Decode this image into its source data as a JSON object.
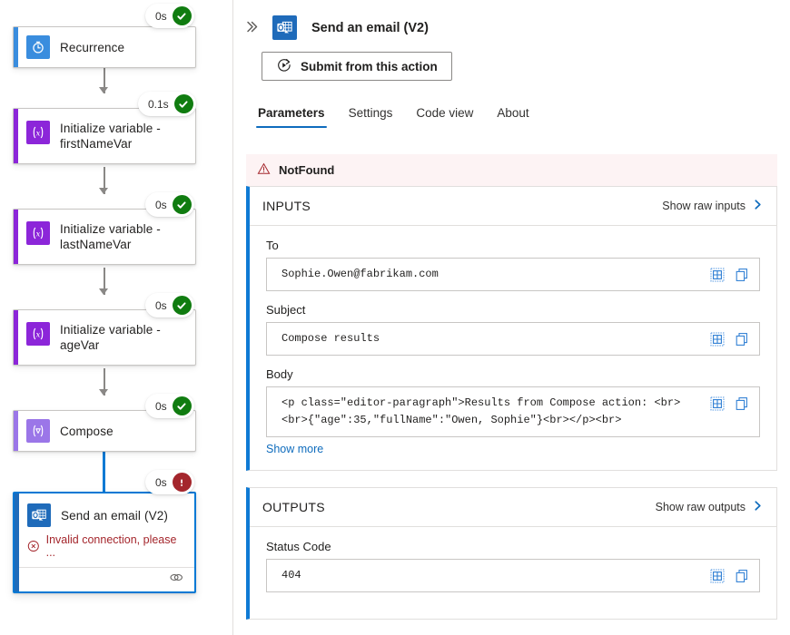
{
  "flow": {
    "nodes": [
      {
        "id": "recurrence",
        "title": "Recurrence",
        "icon": "clock-icon",
        "duration": "0s",
        "status": "ok",
        "accent": "#3a8dde",
        "icon_bg": "#3a8dde"
      },
      {
        "id": "init-firstname",
        "title": "Initialize variable - firstNameVar",
        "icon": "variable-icon",
        "duration": "0.1s",
        "status": "ok",
        "accent": "#8c26d9",
        "icon_bg": "#8c26d9"
      },
      {
        "id": "init-lastname",
        "title": "Initialize variable - lastNameVar",
        "icon": "variable-icon",
        "duration": "0s",
        "status": "ok",
        "accent": "#8c26d9",
        "icon_bg": "#8c26d9"
      },
      {
        "id": "init-age",
        "title": "Initialize variable - ageVar",
        "icon": "variable-icon",
        "duration": "0s",
        "status": "ok",
        "accent": "#8c26d9",
        "icon_bg": "#8c26d9"
      },
      {
        "id": "compose",
        "title": "Compose",
        "icon": "compose-icon",
        "duration": "0s",
        "status": "ok",
        "accent": "#9b76e8",
        "icon_bg": "#9b76e8"
      },
      {
        "id": "send-email",
        "title": "Send an email (V2)",
        "icon": "outlook-icon",
        "duration": "0s",
        "status": "error",
        "accent": "#1f6bba",
        "icon_bg": "#1f6bba",
        "error_text": "Invalid connection, please ...",
        "selected": true
      }
    ]
  },
  "panel": {
    "expand_icon": "chevron-double-right-icon",
    "app_icon": "outlook-icon",
    "title": "Send an email (V2)",
    "submit_label": "Submit from this action",
    "submit_icon": "play-circle-icon",
    "tabs": [
      {
        "label": "Parameters",
        "active": true
      },
      {
        "label": "Settings",
        "active": false
      },
      {
        "label": "Code view",
        "active": false
      },
      {
        "label": "About",
        "active": false
      }
    ],
    "banner": {
      "icon": "warning-triangle-icon",
      "text": "NotFound"
    },
    "inputs": {
      "heading": "INPUTS",
      "raw_link": "Show raw inputs",
      "raw_link_icon": "chevron-right-icon",
      "fields": [
        {
          "label": "To",
          "value": "Sophie.Owen@fabrikam.com",
          "actions": [
            "expand-grid-icon",
            "copy-icon"
          ]
        },
        {
          "label": "Subject",
          "value": "Compose results",
          "actions": [
            "expand-grid-icon",
            "copy-icon"
          ]
        },
        {
          "label": "Body",
          "value": "<p class=\"editor-paragraph\">Results from Compose action: <br><br>{\"age\":35,\"fullName\":\"Owen, Sophie\"}<br></p><br>",
          "actions": [
            "expand-grid-icon",
            "copy-icon"
          ]
        }
      ],
      "show_more": "Show more"
    },
    "outputs": {
      "heading": "OUTPUTS",
      "raw_link": "Show raw outputs",
      "raw_link_icon": "chevron-right-icon",
      "fields": [
        {
          "label": "Status Code",
          "value": "404",
          "actions": [
            "expand-grid-icon",
            "copy-icon"
          ]
        }
      ]
    }
  },
  "colors": {
    "accent_blue": "#0f6cbd",
    "success_green": "#107c10",
    "error_red": "#a4262c",
    "banner_bg": "#fdf3f4"
  }
}
